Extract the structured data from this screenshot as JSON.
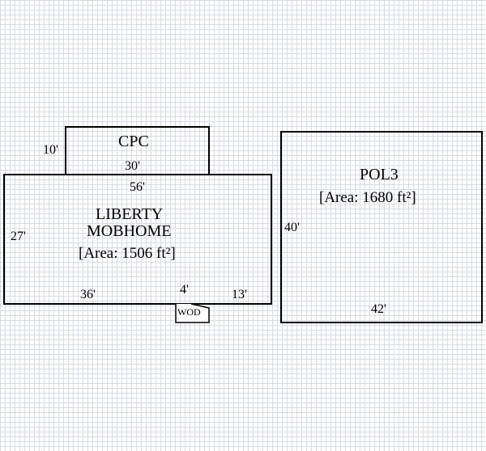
{
  "sketch": {
    "cpc": {
      "name": "CPC",
      "dim_side": "10'",
      "dim_bottom": "30'"
    },
    "liberty": {
      "name_line1": "LIBERTY",
      "name_line2": "MOBHOME",
      "area": "[Area: 1506 ft²]",
      "dim_top": "56'",
      "dim_left": "27'",
      "dim_bottom_left": "36'",
      "dim_notch": "4'",
      "dim_bottom_right": "13'"
    },
    "wod": {
      "name": "WOD"
    },
    "pol3": {
      "name": "POL3",
      "area": "[Area: 1680 ft²]",
      "dim_left": "40'",
      "dim_bottom": "42'"
    }
  }
}
